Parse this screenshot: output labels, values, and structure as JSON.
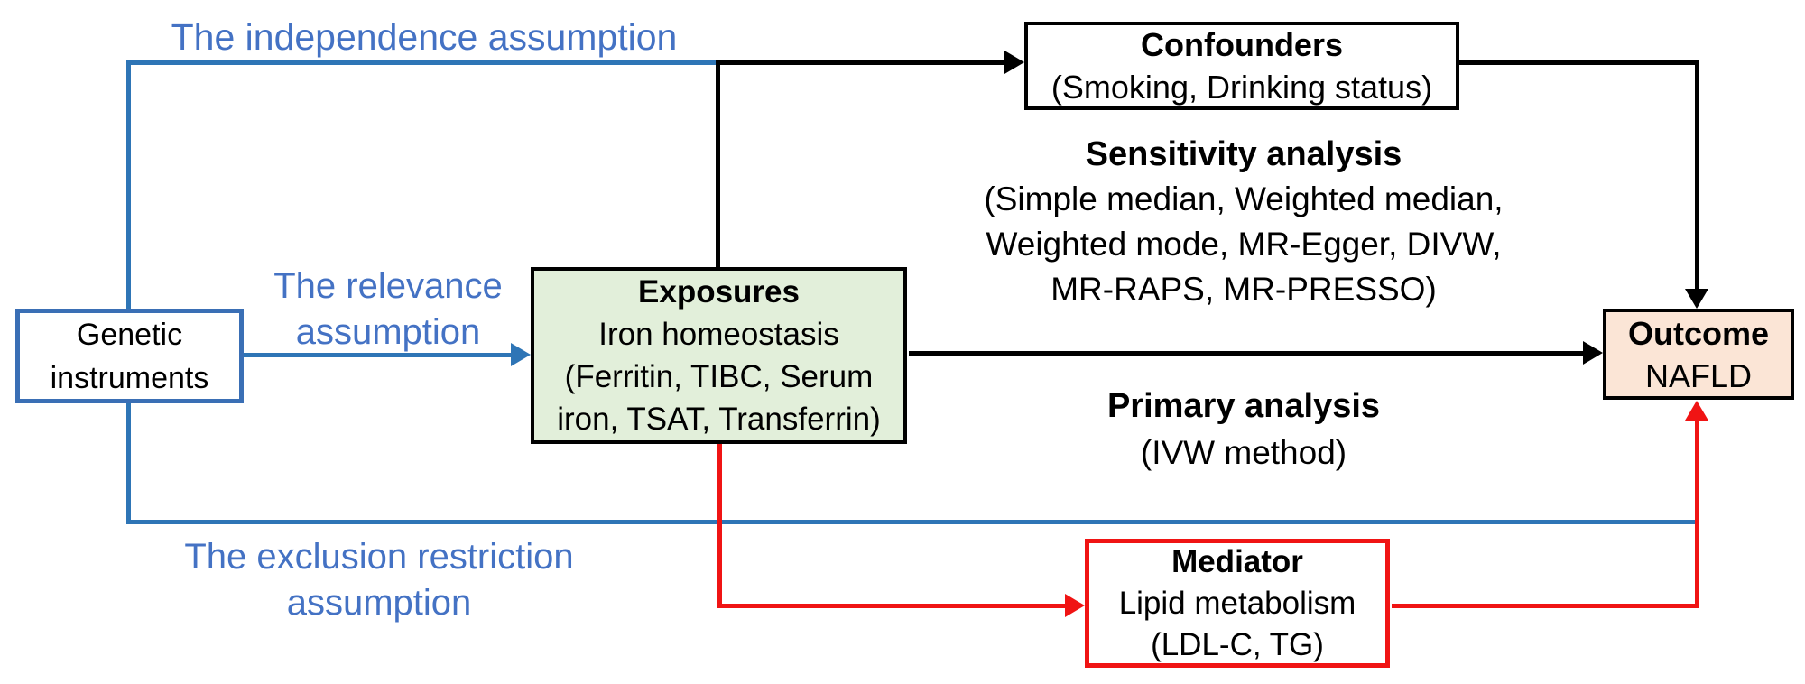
{
  "diagram": {
    "assumption_labels": {
      "independence": "The independence assumption",
      "relevance_line1": "The relevance",
      "relevance_line2": "assumption",
      "exclusion_line1": "The exclusion restriction",
      "exclusion_line2": "assumption"
    },
    "boxes": {
      "genetic_instruments": {
        "line1": "Genetic",
        "line2": "instruments"
      },
      "exposures": {
        "title": "Exposures",
        "line1": "Iron homeostasis",
        "line2": "(Ferritin, TIBC, Serum",
        "line3": "iron, TSAT, Transferrin)"
      },
      "confounders": {
        "title": "Confounders",
        "line1": "(Smoking, Drinking status)"
      },
      "outcome": {
        "title": "Outcome",
        "line1": "NAFLD"
      },
      "mediator": {
        "title": "Mediator",
        "line1": "Lipid metabolism",
        "line2": "(LDL-C, TG)"
      }
    },
    "analysis_labels": {
      "sensitivity_title": "Sensitivity analysis",
      "sensitivity_line1": "(Simple median, Weighted median,",
      "sensitivity_line2": "Weighted mode, MR-Egger, DIVW,",
      "sensitivity_line3": "MR-RAPS, MR-PRESSO)",
      "primary_title": "Primary analysis",
      "primary_line1": "(IVW method)"
    },
    "colors": {
      "assumption_blue": "#4472C4",
      "line_blue": "#2E75B6",
      "box_blue_border": "#3A6FB5",
      "arrow_red": "#F01414",
      "arrow_black": "#000000",
      "exposures_fill": "#E2EFDA",
      "outcome_fill": "#FBE5D6"
    }
  }
}
